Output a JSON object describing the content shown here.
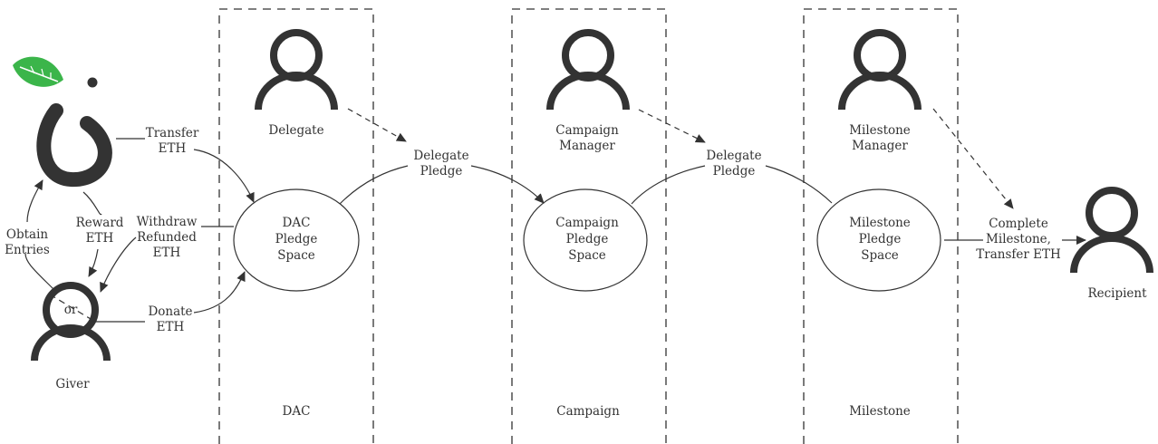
{
  "lanes": {
    "dac": "DAC",
    "campaign": "Campaign",
    "milestone": "Milestone"
  },
  "actors": {
    "delegate": "Delegate",
    "campaign_manager": [
      "Campaign",
      "Manager"
    ],
    "milestone_manager": [
      "Milestone",
      "Manager"
    ],
    "giver": "Giver",
    "giver_or": "or",
    "recipient": "Recipient"
  },
  "spaces": {
    "dac": [
      "DAC",
      "Pledge",
      "Space"
    ],
    "campaign": [
      "Campaign",
      "Pledge",
      "Space"
    ],
    "milestone": [
      "Milestone",
      "Pledge",
      "Space"
    ]
  },
  "flows": {
    "transfer_eth": [
      "Transfer",
      "ETH"
    ],
    "reward_eth": [
      "Reward",
      "ETH"
    ],
    "obtain_entries": [
      "Obtain",
      "Entries"
    ],
    "withdraw_refunded": [
      "Withdraw",
      "Refunded",
      "ETH"
    ],
    "donate_eth": [
      "Donate",
      "ETH"
    ],
    "delegate_pledge_1": [
      "Delegate",
      "Pledge"
    ],
    "delegate_pledge_2": [
      "Delegate",
      "Pledge"
    ],
    "complete_milestone": [
      "Complete",
      "Milestone,",
      "Transfer ETH"
    ]
  },
  "colors": {
    "stroke": "#333333",
    "logo_dark": "#333333",
    "leaf_green": "#3bb54a",
    "leaf_vein": "#ffffff"
  },
  "icons": {
    "logo": "giveth-logo-icon",
    "person": "person-icon",
    "leaf": "leaf-icon"
  }
}
